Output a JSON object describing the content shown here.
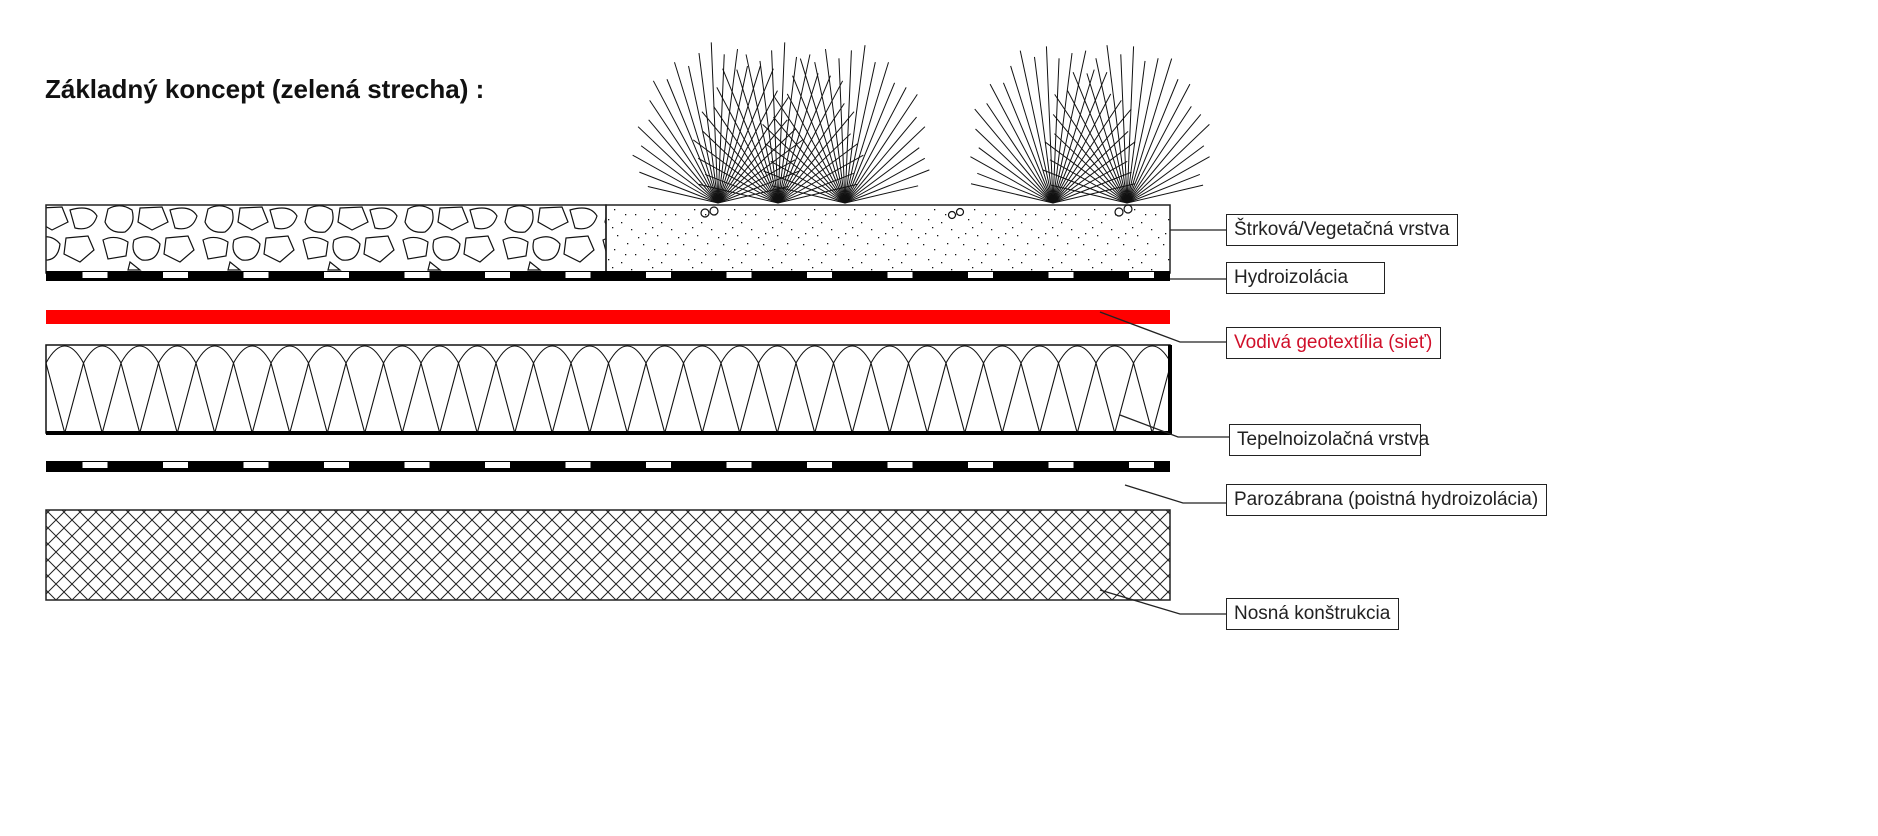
{
  "title": "Základný koncept (zelená strecha) :",
  "labels": {
    "vegetation": "Štrková/Vegetačná vrstva",
    "waterproofing": "Hydroizolácia",
    "geotextile": "Vodivá geotextília (sieť)",
    "insulation": "Tepelnoizolačná vrstva",
    "vapor_barrier": "Parozábrana (poistná hydroizolácia)",
    "structure": "Nosná konštrukcia"
  },
  "colors": {
    "geotextile": "#ff0000",
    "line": "#111111"
  }
}
